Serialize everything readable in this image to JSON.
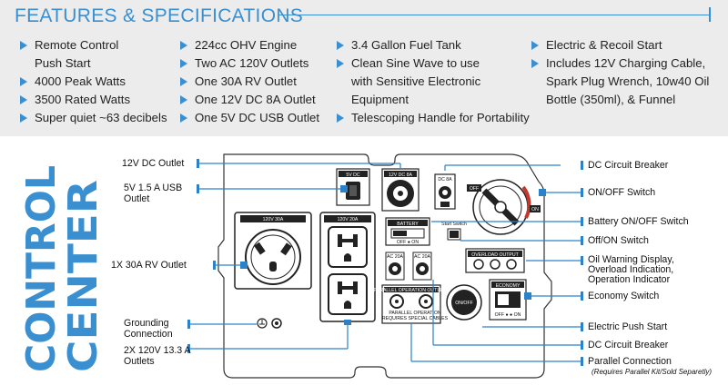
{
  "header": {
    "title": "FEATURES & SPECIFICATIONS"
  },
  "features": [
    [
      "Remote Control",
      "Push Start",
      "4000 Peak Watts",
      "3500 Rated Watts",
      "Super quiet ~63 decibels"
    ],
    [
      "224cc OHV Engine",
      "Two AC 120V Outlets",
      "One 30A RV Outlet",
      "One 12V DC 8A Outlet",
      "One 5V DC USB Outlet"
    ],
    [
      "3.4 Gallon Fuel Tank",
      "Clean Sine Wave to use",
      "with Sensitive Electronic",
      "Equipment",
      "Telescoping Handle for Portability"
    ],
    [
      "Electric & Recoil Start",
      "Includes 12V Charging Cable,",
      "Spark Plug Wrench, 10w40 Oil",
      "Bottle (350ml), & Funnel"
    ]
  ],
  "control_center": {
    "line1": "CONTROL",
    "line2": "CENTER"
  },
  "callouts_left": {
    "dc12": "12V DC Outlet",
    "usb1": "5V 1.5 A USB",
    "usb2": "Outlet",
    "rv": "1X 30A RV Outlet",
    "ground1": "Grounding",
    "ground2": "Connection",
    "ac1": "2X 120V 13.3 A",
    "ac2": "Outlets"
  },
  "callouts_right": {
    "breaker_top": "DC Circuit Breaker",
    "onoff": "ON/OFF Switch",
    "battery": "Battery ON/OFF Switch",
    "offon": "Off/ON  Switch",
    "oil1": "Oil Warning Display,",
    "oil2": "Overload Indication,",
    "oil3": "Operation Indicator",
    "economy": "Economy Switch",
    "start": "Electric Push Start",
    "breaker_bottom": "DC Circuit Breaker",
    "parallel": "Parallel Connection",
    "parallel_note": "(Requires Parallel Kit/Sold Separetly)"
  },
  "panel_tags": {
    "rv_outlet": "120V 30A",
    "ac_outlet": "120V 20A",
    "dc_outlet": "12V DC 8A",
    "usb": "5V DC",
    "dc_breaker": "DC 8A",
    "off": "OFF",
    "on": "ON",
    "battery": "BATTERY",
    "battery_switch": "OFF  ●  ON",
    "start_switch": "Start Switch",
    "overload_output": "OVERLOAD  OUTPUT",
    "economy": "ECONOMY",
    "economy_switch": "OFF ●    ● ON",
    "ac20_a": "AC 20A",
    "ac20_b": "AC 20A",
    "parallel_outlets": "PARALLEL OPERATION OUTLETS",
    "parallel_warn1": "PARALLEL OPERATION",
    "parallel_warn2": "REQUIRES SPECIAL CABLES",
    "start_button": "ON/OFF"
  },
  "colors": {
    "accent": "#3a8fd0",
    "header_bg": "#ececec",
    "line": "#2b82c9"
  }
}
